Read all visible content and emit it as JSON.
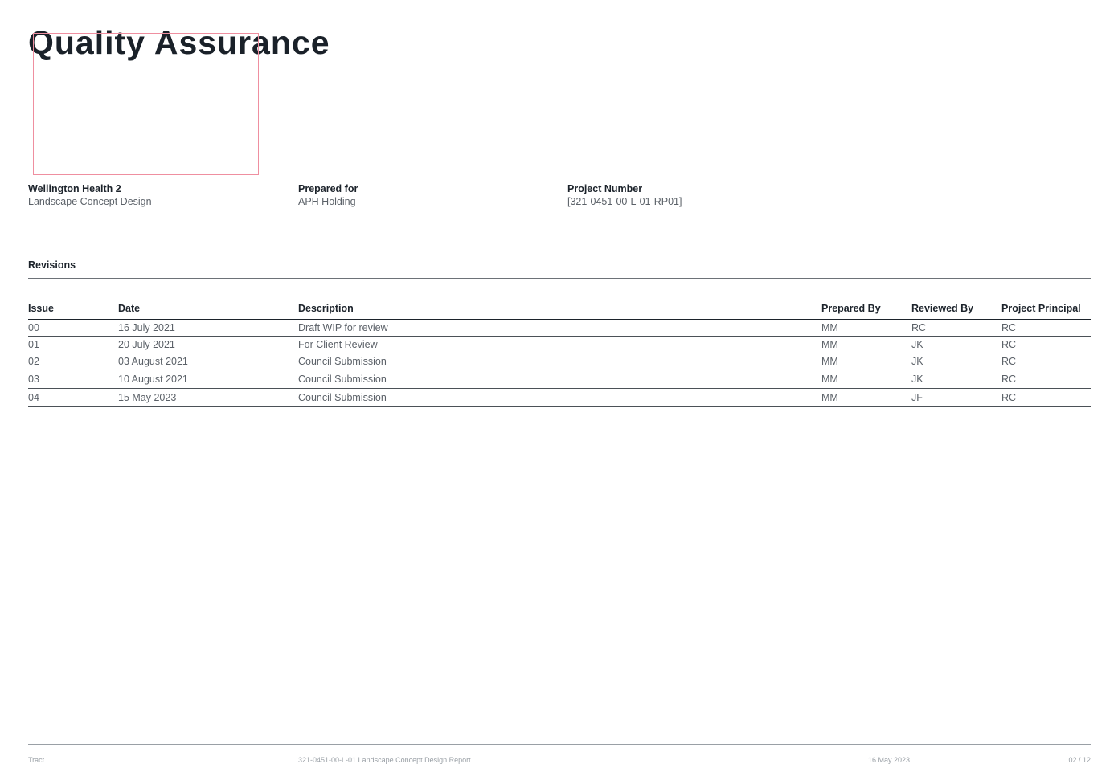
{
  "page": {
    "title": "Quality Assurance"
  },
  "project": {
    "name_label": "Wellington Health 2",
    "name_value": "Landscape Concept Design",
    "prepared_for_label": "Prepared for",
    "prepared_for_value": "APH Holding",
    "number_label": "Project Number",
    "number_value": "[321-0451-00-L-01-RP01]"
  },
  "revisions": {
    "heading": "Revisions",
    "columns": [
      "Issue",
      "Date",
      "Description",
      "Prepared By",
      "Reviewed By",
      "Project Principal"
    ],
    "rows": [
      [
        "00",
        "16 July 2021",
        "Draft WIP for review",
        "MM",
        "RC",
        "RC"
      ],
      [
        "01",
        "20 July 2021",
        "For Client Review",
        "MM",
        "JK",
        "RC"
      ],
      [
        "02",
        "03 August 2021",
        "Council Submission",
        "MM",
        "JK",
        "RC"
      ],
      [
        "03",
        "10 August 2021",
        "Council Submission",
        "MM",
        "JK",
        "RC"
      ],
      [
        "04",
        "15 May 2023",
        "Council Submission",
        "MM",
        "JF",
        "RC"
      ]
    ]
  },
  "footer": {
    "company": "Tract",
    "document": "321-0451-00-L-01 Landscape Concept Design Report",
    "date": "16 May 2023",
    "page_number": "02 / 12"
  }
}
